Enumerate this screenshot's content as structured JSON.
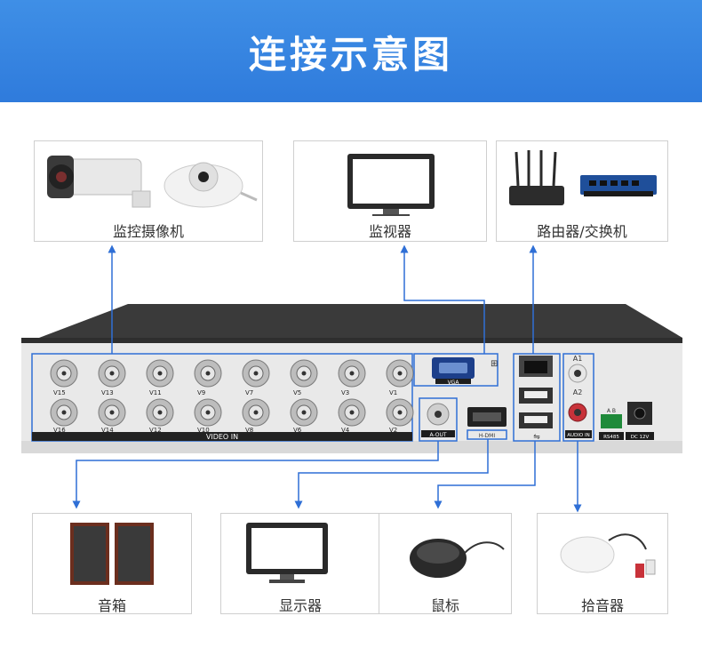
{
  "header": {
    "title": "连接示意图"
  },
  "devices_top": [
    {
      "label": "监控摄像机",
      "icon": "camera-icon"
    },
    {
      "label": "监视器",
      "icon": "monitor-icon"
    },
    {
      "label": "路由器/交换机",
      "icon": "router-icon"
    }
  ],
  "devices_bottom": [
    {
      "label": "音箱",
      "icon": "speaker-icon"
    },
    {
      "label": "显示器",
      "icon": "display-icon"
    },
    {
      "label": "鼠标",
      "icon": "mouse-icon"
    },
    {
      "label": "拾音器",
      "icon": "microphone-icon"
    }
  ],
  "dvr": {
    "video_in_label": "VIDEO IN",
    "ports_top": [
      "V15",
      "V13",
      "V11",
      "V9",
      "V7",
      "V5",
      "V3",
      "V1"
    ],
    "ports_bottom": [
      "V16",
      "V14",
      "V12",
      "V10",
      "V8",
      "V6",
      "V4",
      "V2"
    ],
    "vga_label": "VGA",
    "aout_label": "A-OUT",
    "hdmi_label": "H-DMI",
    "a1_label": "A1",
    "a2_label": "A2",
    "audio_in_label": "AUDIO IN",
    "ab_label": "A B",
    "rs485_label": "RS485",
    "dc_label": "DC 12V"
  },
  "colors": {
    "accent": "#2f7bdc",
    "line": "#2f6fd6"
  }
}
